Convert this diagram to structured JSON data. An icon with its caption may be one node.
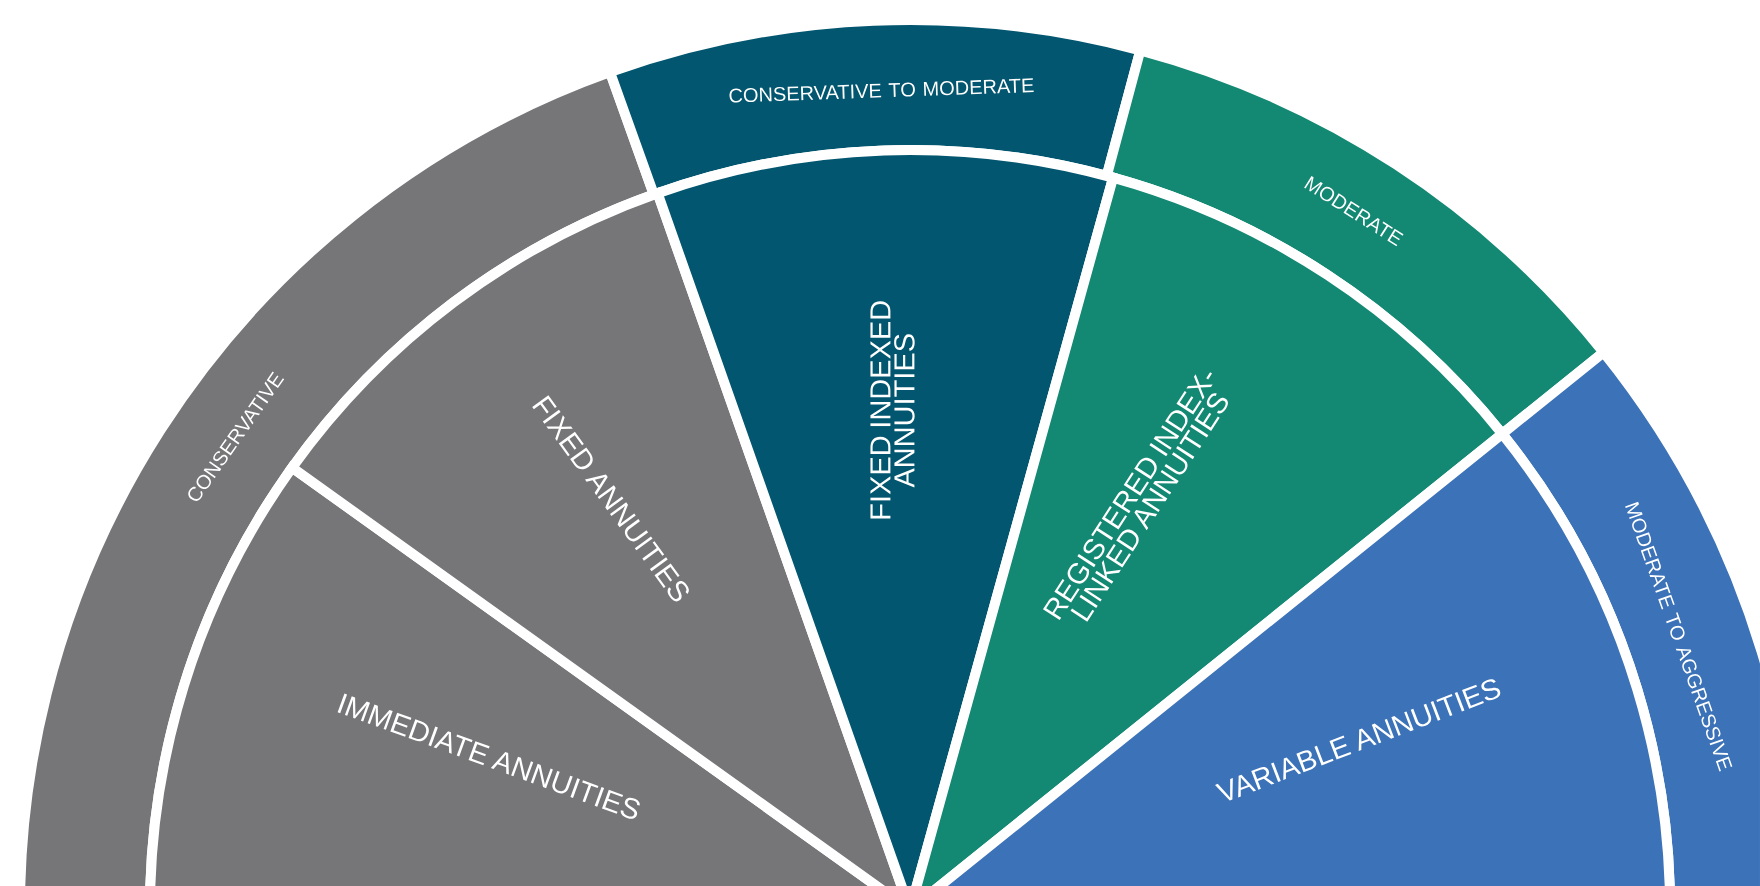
{
  "diagram": {
    "nodes": [
      {
        "text": [
          "CONSERVATIVE"
        ]
      },
      {
        "text": [
          "CONSERVATIVE TO MODERATE"
        ]
      },
      {
        "text": [
          "MODERATE"
        ]
      },
      {
        "text": [
          "MODERATE TO AGGRESSIVE"
        ]
      },
      {
        "text": [
          "IMMEDIATE ANNUITIES"
        ]
      },
      {
        "text": [
          "FIXED ANNUITIES"
        ]
      },
      {
        "text": [
          "FIXED INDEXED ANNUITIES"
        ]
      },
      {
        "text": [
          "REGISTERED INDEX-LINKED ANNUITIES"
        ]
      },
      {
        "text": [
          "VARIABLE ANNUITIES"
        ]
      }
    ]
  }
}
